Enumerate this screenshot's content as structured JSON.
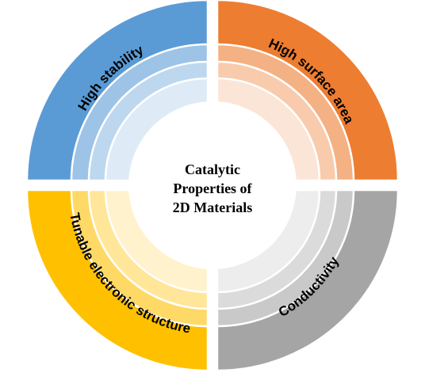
{
  "center": {
    "line1": "Catalytic",
    "line2": "Properties of",
    "line3": "2D Materials"
  },
  "quadrants": [
    {
      "id": "top-left",
      "label": "High stability",
      "colors": [
        "#5b9bd5",
        "#9dc3e6",
        "#bdd7ee",
        "#deebf7"
      ]
    },
    {
      "id": "top-right",
      "label": "High surface area",
      "colors": [
        "#ed7d31",
        "#f4b183",
        "#f8cbad",
        "#fbe5d6"
      ]
    },
    {
      "id": "bottom-left",
      "label": "Tunable electronic structure",
      "colors": [
        "#ffc000",
        "#ffd966",
        "#ffe699",
        "#fff2cc"
      ]
    },
    {
      "id": "bottom-right",
      "label": "Conductivity",
      "colors": [
        "#a5a5a5",
        "#c9c9c9",
        "#dbdbdb",
        "#ededed"
      ]
    }
  ]
}
